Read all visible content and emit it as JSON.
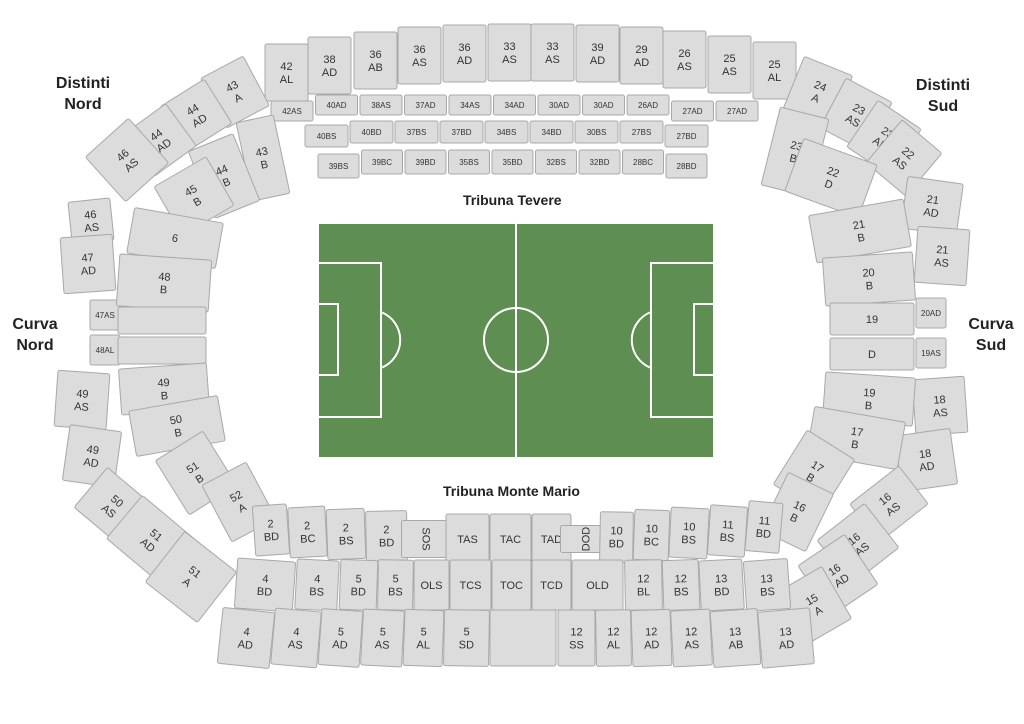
{
  "areas": {
    "distinti_nord": [
      "Distinti",
      "Nord"
    ],
    "distinti_sud": [
      "Distinti",
      "Sud"
    ],
    "curva_nord": [
      "Curva",
      "Nord"
    ],
    "curva_sud": [
      "Curva",
      "Sud"
    ]
  },
  "stands": {
    "tevere": "Tribuna Tevere",
    "monte_mario": "Tribuna Monte Mario"
  },
  "colors": {
    "pitch": "#5e8e52",
    "pitch_lines": "#ffffff",
    "seat": "#dcdcdc",
    "seat_border": "#a8a8a8"
  },
  "sections": {
    "tevere_top": [
      [
        "42",
        "AL"
      ],
      [
        "38",
        "AD"
      ],
      [
        "36",
        "AB"
      ],
      [
        "36",
        "AS"
      ],
      [
        "36",
        "AD"
      ],
      [
        "33",
        "AS"
      ],
      [
        "33",
        "AS"
      ],
      [
        "39",
        "AD"
      ],
      [
        "29",
        "AD"
      ],
      [
        "26",
        "AS"
      ],
      [
        "25",
        "AS"
      ],
      [
        "25",
        "AL"
      ]
    ],
    "tevere_row1": [
      "42AS",
      "40AD",
      "38AS",
      "37AD",
      "34AS",
      "34AD",
      "30AD",
      "30AD",
      "26AD",
      "27AD",
      "27AD"
    ],
    "tevere_row2": [
      "40BS",
      "40BD",
      "37BS",
      "37BD",
      "34BS",
      "34BD",
      "30BS",
      "27BS",
      "27BD"
    ],
    "tevere_row3": [
      "39BS",
      "39BC",
      "39BD",
      "35BS",
      "35BD",
      "32BS",
      "32BD",
      "28BC",
      "28BD"
    ],
    "nord_distinti": [
      [
        "43",
        "A"
      ],
      [
        "44",
        "AD"
      ],
      [
        "44",
        "AD"
      ],
      [
        "46",
        "AS"
      ],
      [
        "43",
        "B"
      ],
      [
        "44",
        "B"
      ],
      [
        "45",
        "B"
      ]
    ],
    "curva_nord_outer": [
      [
        "46",
        "AS"
      ],
      [
        "47",
        "AD"
      ],
      [
        "47AS"
      ],
      [
        "48AL"
      ],
      [
        "49",
        "AS"
      ],
      [
        "49",
        "AD"
      ]
    ],
    "curva_nord_inner": [
      [
        "6"
      ],
      [
        "48",
        "B"
      ],
      [
        ""
      ],
      [
        ""
      ],
      [
        "49",
        "B"
      ],
      [
        "50",
        "B"
      ]
    ],
    "sud_distinti": [
      [
        "24",
        "A"
      ],
      [
        "23",
        "AS"
      ],
      [
        "23",
        "AD"
      ],
      [
        "22",
        "AS"
      ],
      [
        "23",
        "B"
      ],
      [
        "22",
        "D"
      ]
    ],
    "curva_sud_outer": [
      [
        "21",
        "AD"
      ],
      [
        "21",
        "AS"
      ],
      [
        "20AD"
      ],
      [
        "19AS"
      ],
      [
        "18",
        "AS"
      ],
      [
        "18",
        "AD"
      ]
    ],
    "curva_sud_inner": [
      [
        "21",
        "B"
      ],
      [
        "20",
        "B"
      ],
      [
        "19"
      ],
      [
        "D"
      ],
      [
        "19",
        "B"
      ],
      [
        "17",
        "B"
      ]
    ],
    "mm_corner_left": [
      [
        "51",
        "B"
      ],
      [
        "52",
        "A"
      ],
      [
        "50",
        "AS"
      ],
      [
        "51",
        "AD"
      ],
      [
        "51",
        "A"
      ]
    ],
    "mm_corner_right": [
      [
        "17",
        "B"
      ],
      [
        "16",
        "B"
      ],
      [
        "16",
        "AS"
      ],
      [
        "16",
        "AS"
      ],
      [
        "16",
        "AD"
      ],
      [
        "15",
        "A"
      ]
    ],
    "mm_row1": [
      [
        "2",
        "BD"
      ],
      [
        "2",
        "BC"
      ],
      [
        "2",
        "BS"
      ],
      [
        "2",
        "BD"
      ],
      [
        "SOS"
      ],
      [
        "TAS"
      ],
      [
        "TAC"
      ],
      [
        "TAD"
      ],
      [
        "DOD"
      ],
      [
        "10",
        "BD"
      ],
      [
        "10",
        "BC"
      ],
      [
        "10",
        "BS"
      ],
      [
        "11",
        "BS"
      ],
      [
        "11",
        "BD"
      ]
    ],
    "mm_row2": [
      [
        "4",
        "BD"
      ],
      [
        "4",
        "BS"
      ],
      [
        "5",
        "BD"
      ],
      [
        "5",
        "BS"
      ],
      [
        "OLS"
      ],
      [
        "TCS"
      ],
      [
        "TOC"
      ],
      [
        "TCD"
      ],
      [
        "OLD"
      ],
      [
        "12",
        "BL"
      ],
      [
        "12",
        "BS"
      ],
      [
        "13",
        "BD"
      ],
      [
        "13",
        "BS"
      ]
    ],
    "mm_row3": [
      [
        "4",
        "AD"
      ],
      [
        "4",
        "AS"
      ],
      [
        "5",
        "AD"
      ],
      [
        "5",
        "AS"
      ],
      [
        "5",
        "AL"
      ],
      [
        "5",
        "SD"
      ],
      [
        ""
      ],
      [
        "12",
        "SS"
      ],
      [
        "12",
        "AL"
      ],
      [
        "12",
        "AD"
      ],
      [
        "12",
        "AS"
      ],
      [
        "13",
        "AB"
      ],
      [
        "13",
        "AD"
      ]
    ]
  }
}
